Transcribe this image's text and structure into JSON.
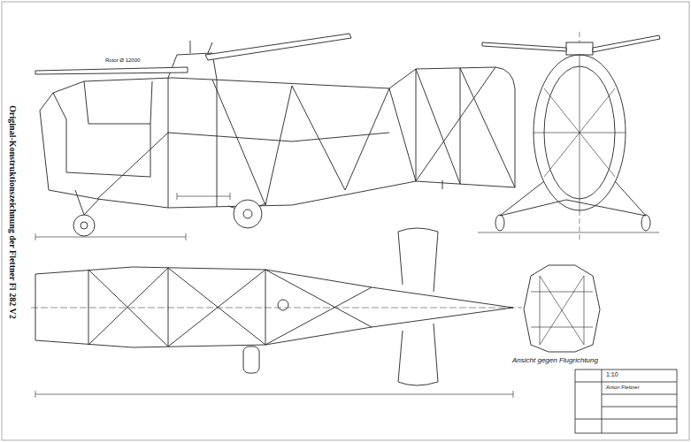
{
  "diagram": {
    "title": "Original-Konstruktionszeichnung der Flettner Fl 282 V2",
    "labels": [
      "Rotor Ø 12000",
      "Ansicht gegen Flugrichtung",
      "1:10",
      "Anton Flettner"
    ]
  }
}
